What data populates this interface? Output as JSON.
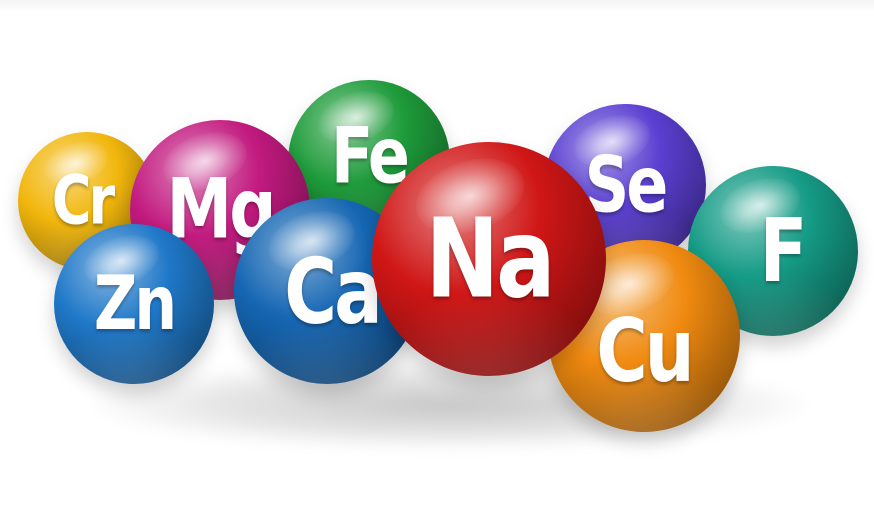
{
  "scene": {
    "spheres": [
      {
        "symbol": "Cr",
        "color": "#f2b70d"
      },
      {
        "symbol": "Fe",
        "color": "#1e9b3a"
      },
      {
        "symbol": "Se",
        "color": "#5a3fd1"
      },
      {
        "symbol": "F",
        "color": "#159b86"
      },
      {
        "symbol": "Mg",
        "color": "#c21a7f"
      },
      {
        "symbol": "Zn",
        "color": "#1f78c8"
      },
      {
        "symbol": "Ca",
        "color": "#1566b3"
      },
      {
        "symbol": "Cu",
        "color": "#f08a10"
      },
      {
        "symbol": "Na",
        "color": "#d01616"
      }
    ]
  }
}
